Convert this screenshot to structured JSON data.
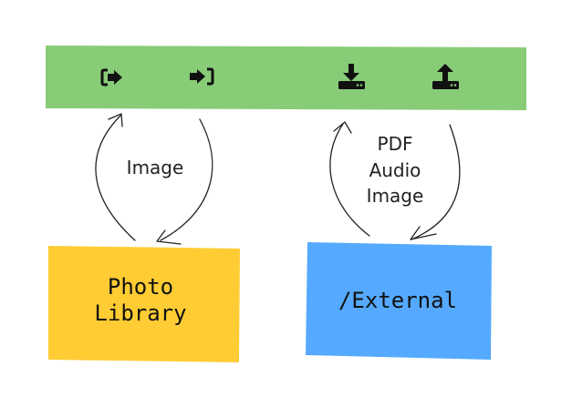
{
  "colors": {
    "toolbar": "#88cc78",
    "photo_library": "#ffcc33",
    "external": "#55aaff",
    "ink": "#111111"
  },
  "toolbar": {
    "icons": [
      "export-icon",
      "import-icon",
      "download-icon",
      "upload-icon"
    ]
  },
  "left_flow": {
    "label": "Image"
  },
  "right_flow": {
    "labels": [
      "PDF",
      "Audio",
      "Image"
    ]
  },
  "photo_library": {
    "lines": [
      "Photo",
      "Library"
    ]
  },
  "external": {
    "label": "/External"
  }
}
